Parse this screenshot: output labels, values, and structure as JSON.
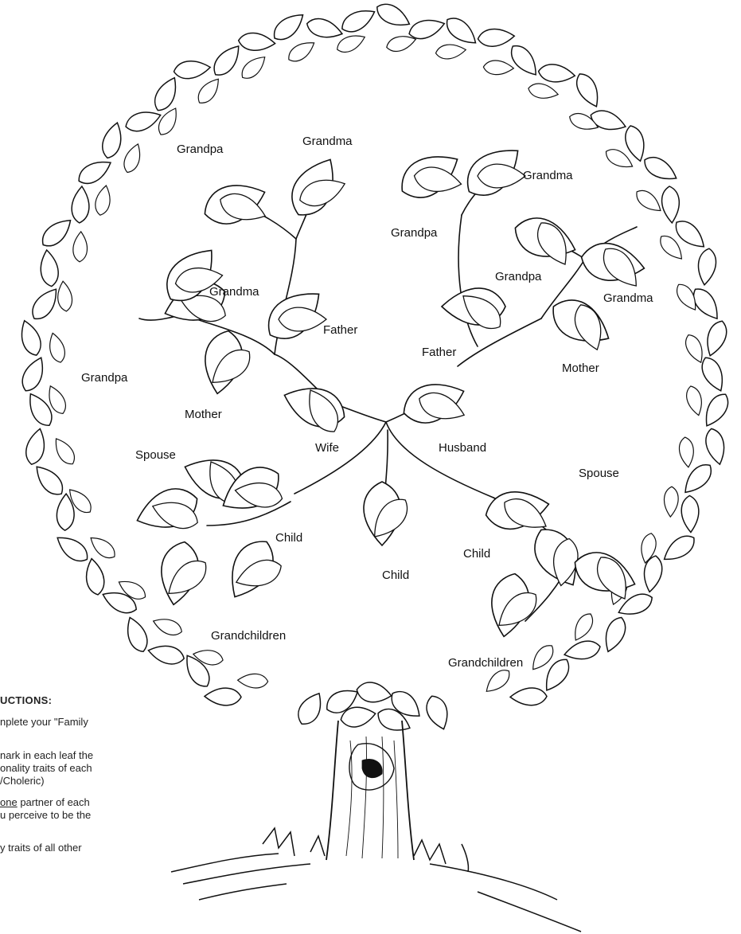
{
  "colors": {
    "ink": "#111111",
    "background": "#ffffff"
  },
  "labels": {
    "paternal_grandpa": "Grandpa",
    "paternal_grandma": "Grandma",
    "wife_grandma": "Grandma",
    "wife_grandpa": "Grandpa",
    "wife_father": "Father",
    "wife_mother": "Mother",
    "husband_grandpa_top": "Grandpa",
    "husband_grandma_top": "Grandma",
    "husband_grandpa": "Grandpa",
    "husband_grandma": "Grandma",
    "husband_father": "Father",
    "husband_mother": "Mother",
    "wife": "Wife",
    "husband": "Husband",
    "spouse_left": "Spouse",
    "spouse_right": "Spouse",
    "child_left": "Child",
    "child_center": "Child",
    "child_right": "Child",
    "grandchildren_left": "Grandchildren",
    "grandchildren_right": "Grandchildren"
  },
  "instructions": {
    "title": "UCTIONS:",
    "lines": [
      "nplete your \"Family",
      "nark in each leaf the",
      "onality traits of each",
      "/Choleric)",
      "one",
      " partner of each",
      "u perceive to be the",
      "y traits of all other"
    ]
  }
}
